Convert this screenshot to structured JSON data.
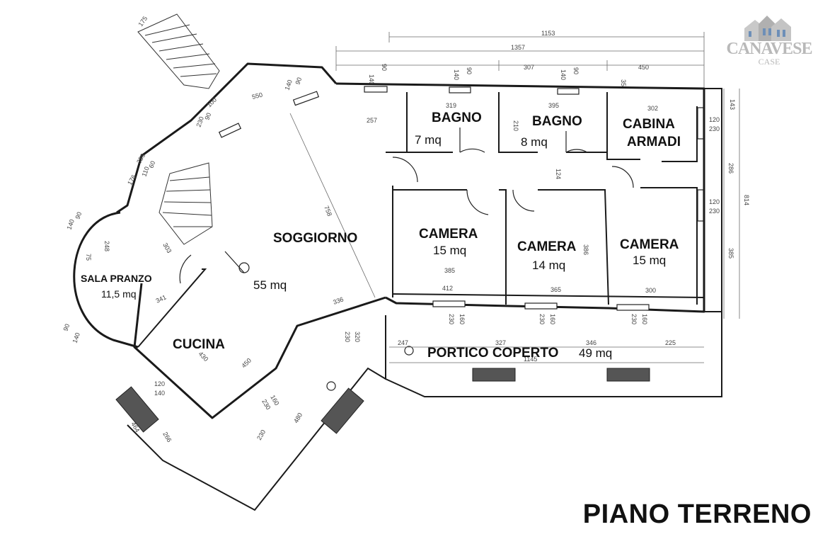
{
  "title": "PIANO TERRENO",
  "logo": {
    "name": "CANAVESE",
    "sub": "CASE"
  },
  "rooms": [
    {
      "name": "BAGNO",
      "area": "7 mq"
    },
    {
      "name": "BAGNO",
      "area": "8 mq"
    },
    {
      "name": "CABINA",
      "name2": "ARMADI"
    },
    {
      "name": "SOGGIORNO",
      "area": "55 mq"
    },
    {
      "name": "CAMERA",
      "area": "15 mq"
    },
    {
      "name": "CAMERA",
      "area": "14 mq"
    },
    {
      "name": "CAMERA",
      "area": "15 mq"
    },
    {
      "name": "SALA PRANZO",
      "area": "11,5 mq"
    },
    {
      "name": "CUCINA"
    },
    {
      "name": "PORTICO COPERTO",
      "area": "49 mq"
    }
  ],
  "dimensions": {
    "top_total_1": "1153",
    "top_total_2": "1357",
    "top_307": "307",
    "top_450": "450",
    "win_140_a": "140",
    "win_90_a": "90",
    "win_140_b": "140",
    "win_90_b": "90",
    "win_140_c": "140",
    "win_90_c": "90",
    "d_35": "35",
    "d_143": "143",
    "d_319": "319",
    "d_395": "395",
    "d_302": "302",
    "d_210": "210",
    "d_257": "257",
    "d_124": "124",
    "d_120_a": "120",
    "d_230_a": "230",
    "d_120_b": "120",
    "d_230_b": "230",
    "d_286": "286",
    "d_814": "814",
    "d_385_r": "385",
    "d_386": "386",
    "d_385": "385",
    "d_412": "412",
    "d_365": "365",
    "d_300": "300",
    "d_160_a": "160",
    "d_230_c": "230",
    "d_160_b": "160",
    "d_230_d": "230",
    "d_160_c": "160",
    "d_230_e": "230",
    "d_247": "247",
    "d_327": "327",
    "d_346": "346",
    "d_225": "225",
    "d_1145": "1145",
    "d_758": "758",
    "d_550": "550",
    "d_140_w": "140",
    "d_90_w": "90",
    "d_100": "100",
    "d_90_x": "90",
    "d_230_x": "230",
    "d_175": "175",
    "d_356": "356",
    "d_176": "176",
    "d_60": "60",
    "d_110": "110",
    "d_90_y": "90",
    "d_140_y": "140",
    "d_248": "248",
    "d_303": "303",
    "d_341": "341",
    "d_75": "75",
    "d_90_z": "90",
    "d_140_z": "140",
    "d_336": "336",
    "d_320": "320",
    "d_230_f": "230",
    "d_430": "430",
    "d_450_c": "450",
    "d_160_d": "160",
    "d_230_g": "230",
    "d_120_c": "120",
    "d_140_c": "140",
    "d_464": "464",
    "d_266": "266",
    "d_230_h": "230",
    "d_480": "480"
  }
}
